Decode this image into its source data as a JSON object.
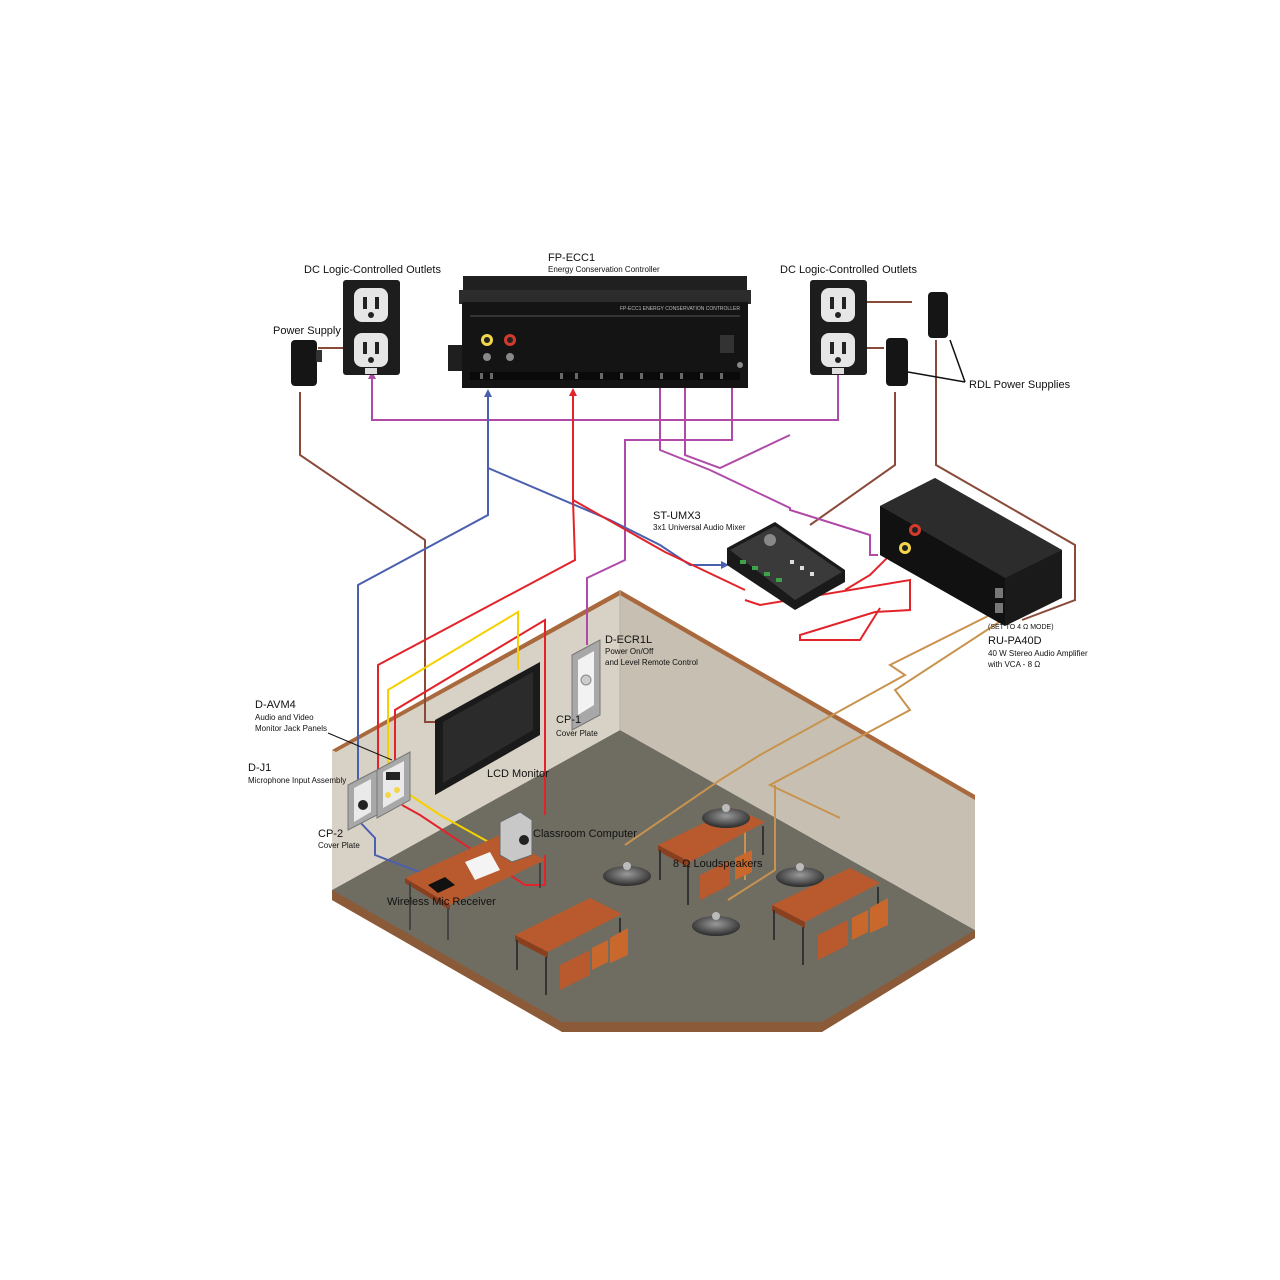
{
  "colors": {
    "blue_line": "#4a5fae",
    "red_line": "#e2232a",
    "magenta_line": "#b04aa8",
    "yellow_line": "#f6d000",
    "brown_line": "#8a4a3a",
    "tan_line": "#c8934e",
    "floor": "#6f6d62",
    "wall_left": "#d8d2c6",
    "wall_right": "#c9c2b5",
    "wall_top": "#a9693d",
    "table": "#b85a2d",
    "device_dark": "#151515"
  },
  "labels": {
    "dc_outlets_left": "DC Logic-Controlled Outlets",
    "dc_outlets_right": "DC Logic-Controlled Outlets",
    "power_supply": "Power Supply",
    "fp_ecc1": "FP-ECC1",
    "fp_ecc1_sub": "Energy Conservation Controller",
    "fp_ecc1_faceplate": "FP-ECC1  ENERGY CONSERVATION CONTROLLER",
    "rdl_power_supplies": "RDL Power Supplies",
    "st_umx3": "ST-UMX3",
    "st_umx3_sub": "3x1 Universal Audio Mixer",
    "set_mode": "(SET TO 4 Ω MODE)",
    "ru_pa40d": "RU-PA40D",
    "ru_pa40d_sub1": "40 W Stereo Audio Amplifier",
    "ru_pa40d_sub2": "with VCA - 8 Ω",
    "d_ecr1l": "D-ECR1L",
    "d_ecr1l_sub1": "Power On/Off",
    "d_ecr1l_sub2": "and Level Remote Control",
    "cp1": "CP-1",
    "cp1_sub": "Cover Plate",
    "d_avm4": "D-AVM4",
    "d_avm4_sub1": "Audio and Video",
    "d_avm4_sub2": "Monitor Jack Panels",
    "d_j1": "D-J1",
    "d_j1_sub": "Microphone Input Assembly",
    "lcd_monitor": "LCD Monitor",
    "cp2": "CP-2",
    "cp2_sub": "Cover Plate",
    "classroom_computer": "Classroom Computer",
    "loudspeakers": "8 Ω Loudspeakers",
    "wireless_mic": "Wireless Mic Receiver"
  }
}
